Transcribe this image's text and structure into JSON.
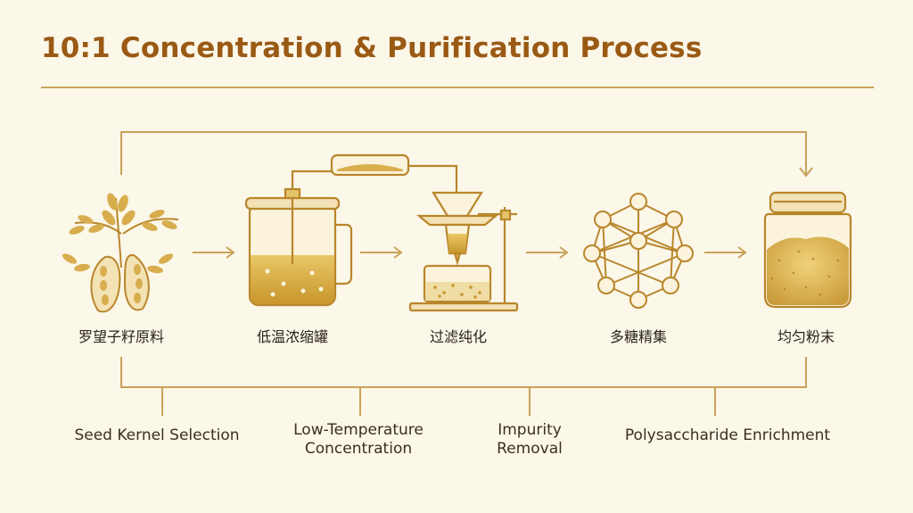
{
  "title": "10:1 Concentration & Purification Process",
  "colors": {
    "title": "#9a5a14",
    "line": "#c9a25a",
    "accent": "#d4a63c",
    "background": "#fbf7e9"
  },
  "steps": [
    {
      "icon": "monk-fruit-seed-pod-icon",
      "label_zh": "罗望子籽原料"
    },
    {
      "icon": "concentration-tank-icon",
      "label_zh": "低温浓缩罐"
    },
    {
      "icon": "filtration-apparatus-icon",
      "label_zh": "过滤纯化"
    },
    {
      "icon": "molecular-network-icon",
      "label_zh": "多糖精集"
    },
    {
      "icon": "powder-jar-icon",
      "label_zh": "均匀粉末"
    }
  ],
  "bottom_labels": [
    {
      "line1": "Seed Kernel Selection",
      "line2": ""
    },
    {
      "line1": "Low-Temperature",
      "line2": "Concentration"
    },
    {
      "line1": "Impurity",
      "line2": "Removal"
    },
    {
      "line1": "Polysaccharide Enrichment",
      "line2": ""
    }
  ]
}
